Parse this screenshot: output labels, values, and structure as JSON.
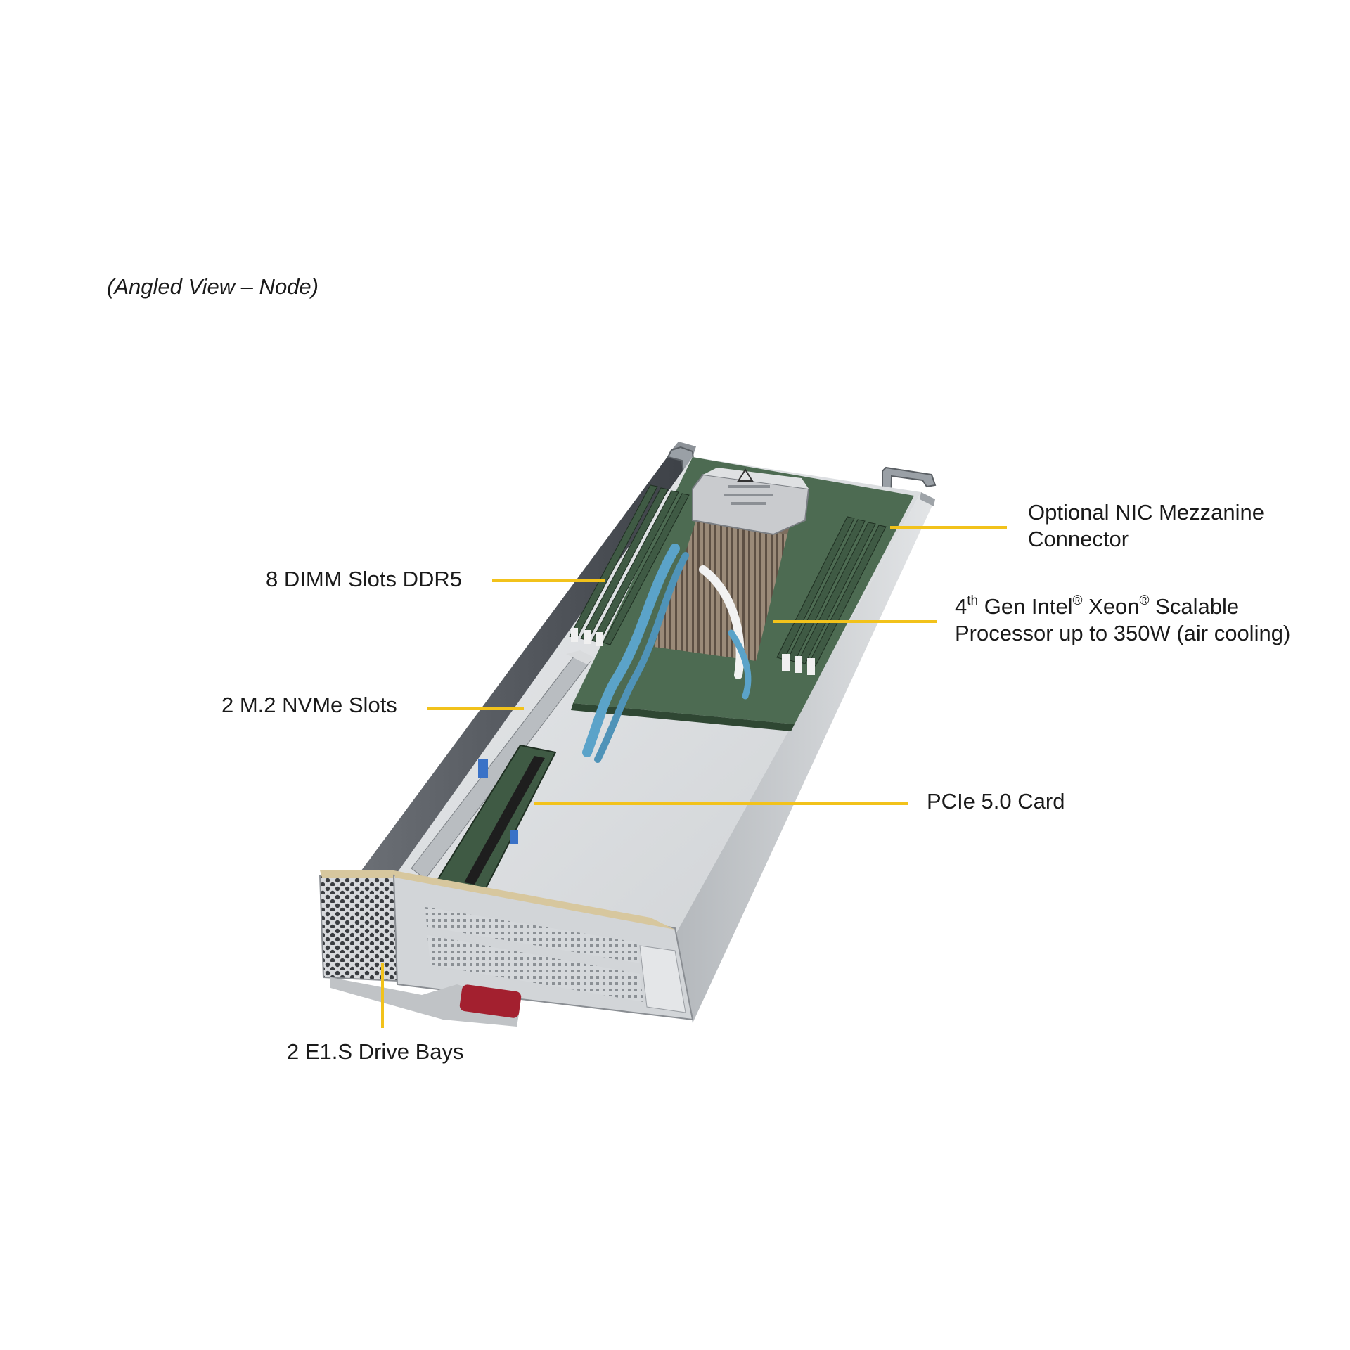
{
  "caption": "(Angled View – Node)",
  "labels": {
    "nic": {
      "line1": "Optional NIC Mezzanine",
      "line2": "Connector"
    },
    "dimm": "8 DIMM Slots DDR5",
    "cpu": {
      "n": "4",
      "th": "th",
      "gen_intel": " Gen Intel",
      "reg1": "®",
      "xeon": " Xeon",
      "reg2": "®",
      "scalable": " Scalable",
      "line2": "Processor up to 350W (air cooling)"
    },
    "m2": "2 M.2 NVMe Slots",
    "pcie": "PCIe 5.0 Card",
    "e1s": "2 E1.S Drive Bays"
  },
  "colors": {
    "leader": "#f2c21b",
    "text": "#1a1a1a",
    "chassis": "#c9ccd0",
    "board": "#4d6b52",
    "heatsink": "#8a7a6a",
    "cable": "#5ba3c9",
    "latch": "#a3202f"
  }
}
